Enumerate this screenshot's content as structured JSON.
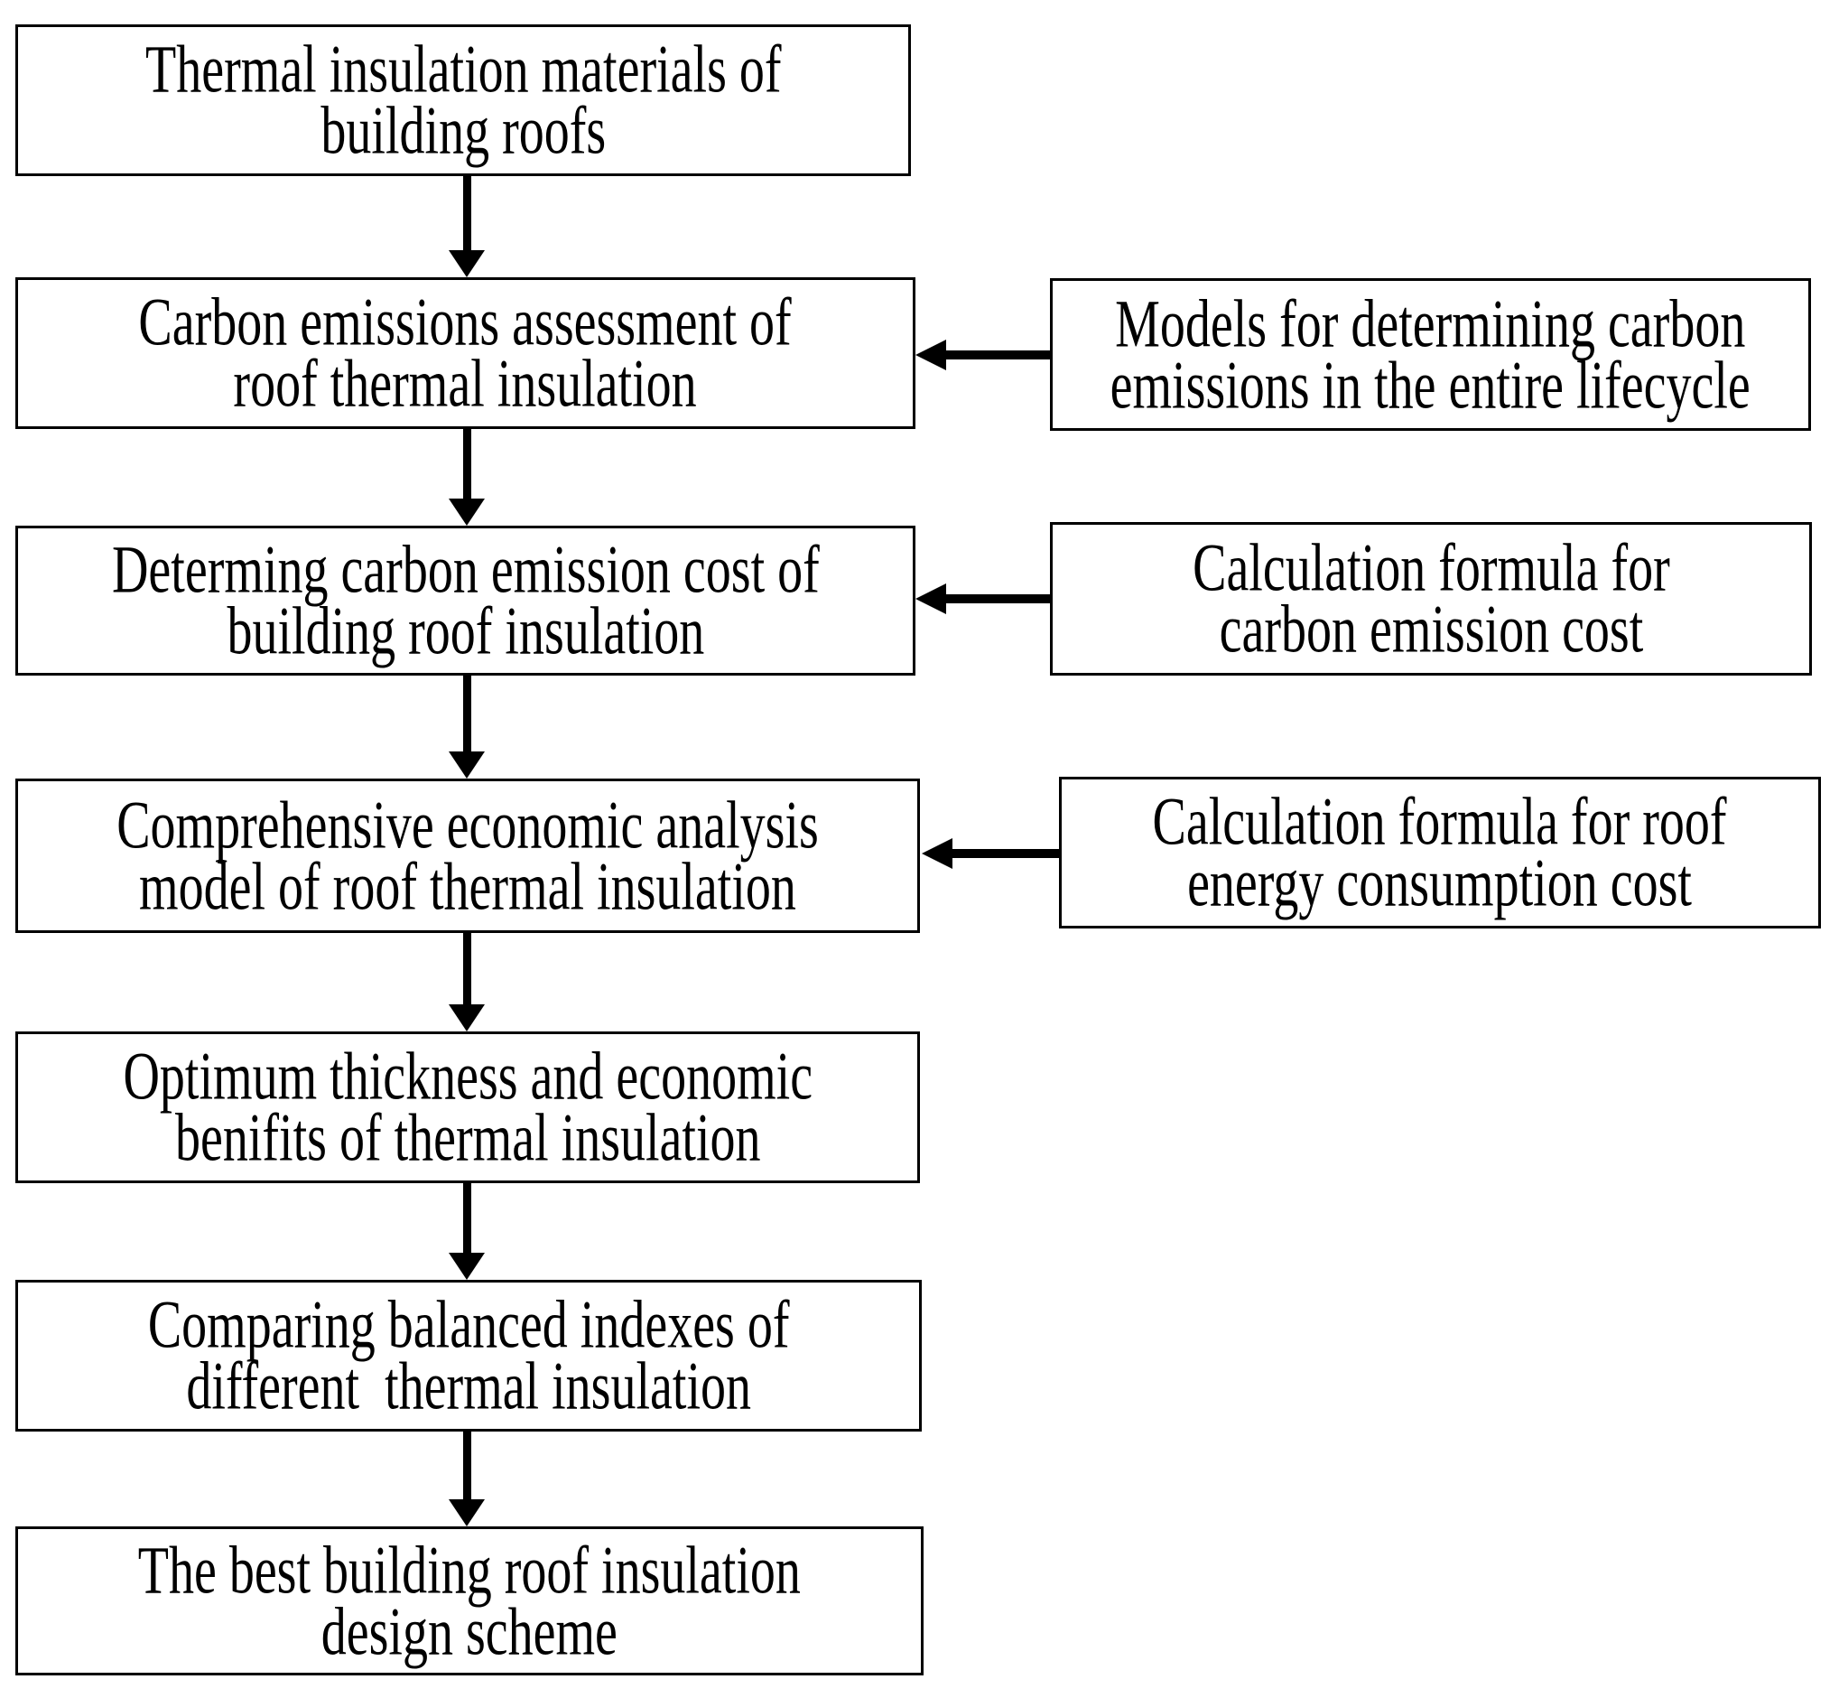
{
  "figure": {
    "type": "flowchart",
    "colors": {
      "background": "#ffffff",
      "box_fill": "#ffffff",
      "box_border": "#000000",
      "arrow": "#000000",
      "text": "#000000"
    },
    "flow_boxes": [
      {
        "lines": [
          "Thermal insulation materials of",
          "building roofs"
        ]
      },
      {
        "lines": [
          "Carbon emissions assessment of",
          "roof thermal insulation"
        ]
      },
      {
        "lines": [
          "Determing carbon emission cost of",
          "building roof insulation"
        ]
      },
      {
        "lines": [
          "Comprehensive economic analysis",
          "model of roof thermal insulation"
        ]
      },
      {
        "lines": [
          "Optimum thickness and economic",
          "benifits of thermal insulation"
        ]
      },
      {
        "lines": [
          "Comparing balanced indexes of",
          "different  thermal insulation"
        ]
      },
      {
        "lines": [
          "The best building roof insulation",
          "design scheme"
        ]
      }
    ],
    "input_boxes": [
      {
        "lines": [
          "Models for determining carbon",
          "emissions in the entire lifecycle"
        ]
      },
      {
        "lines": [
          "Calculation formula for",
          "carbon emission cost"
        ]
      },
      {
        "lines": [
          "Calculation formula for roof",
          "energy consumption cost"
        ]
      }
    ]
  }
}
